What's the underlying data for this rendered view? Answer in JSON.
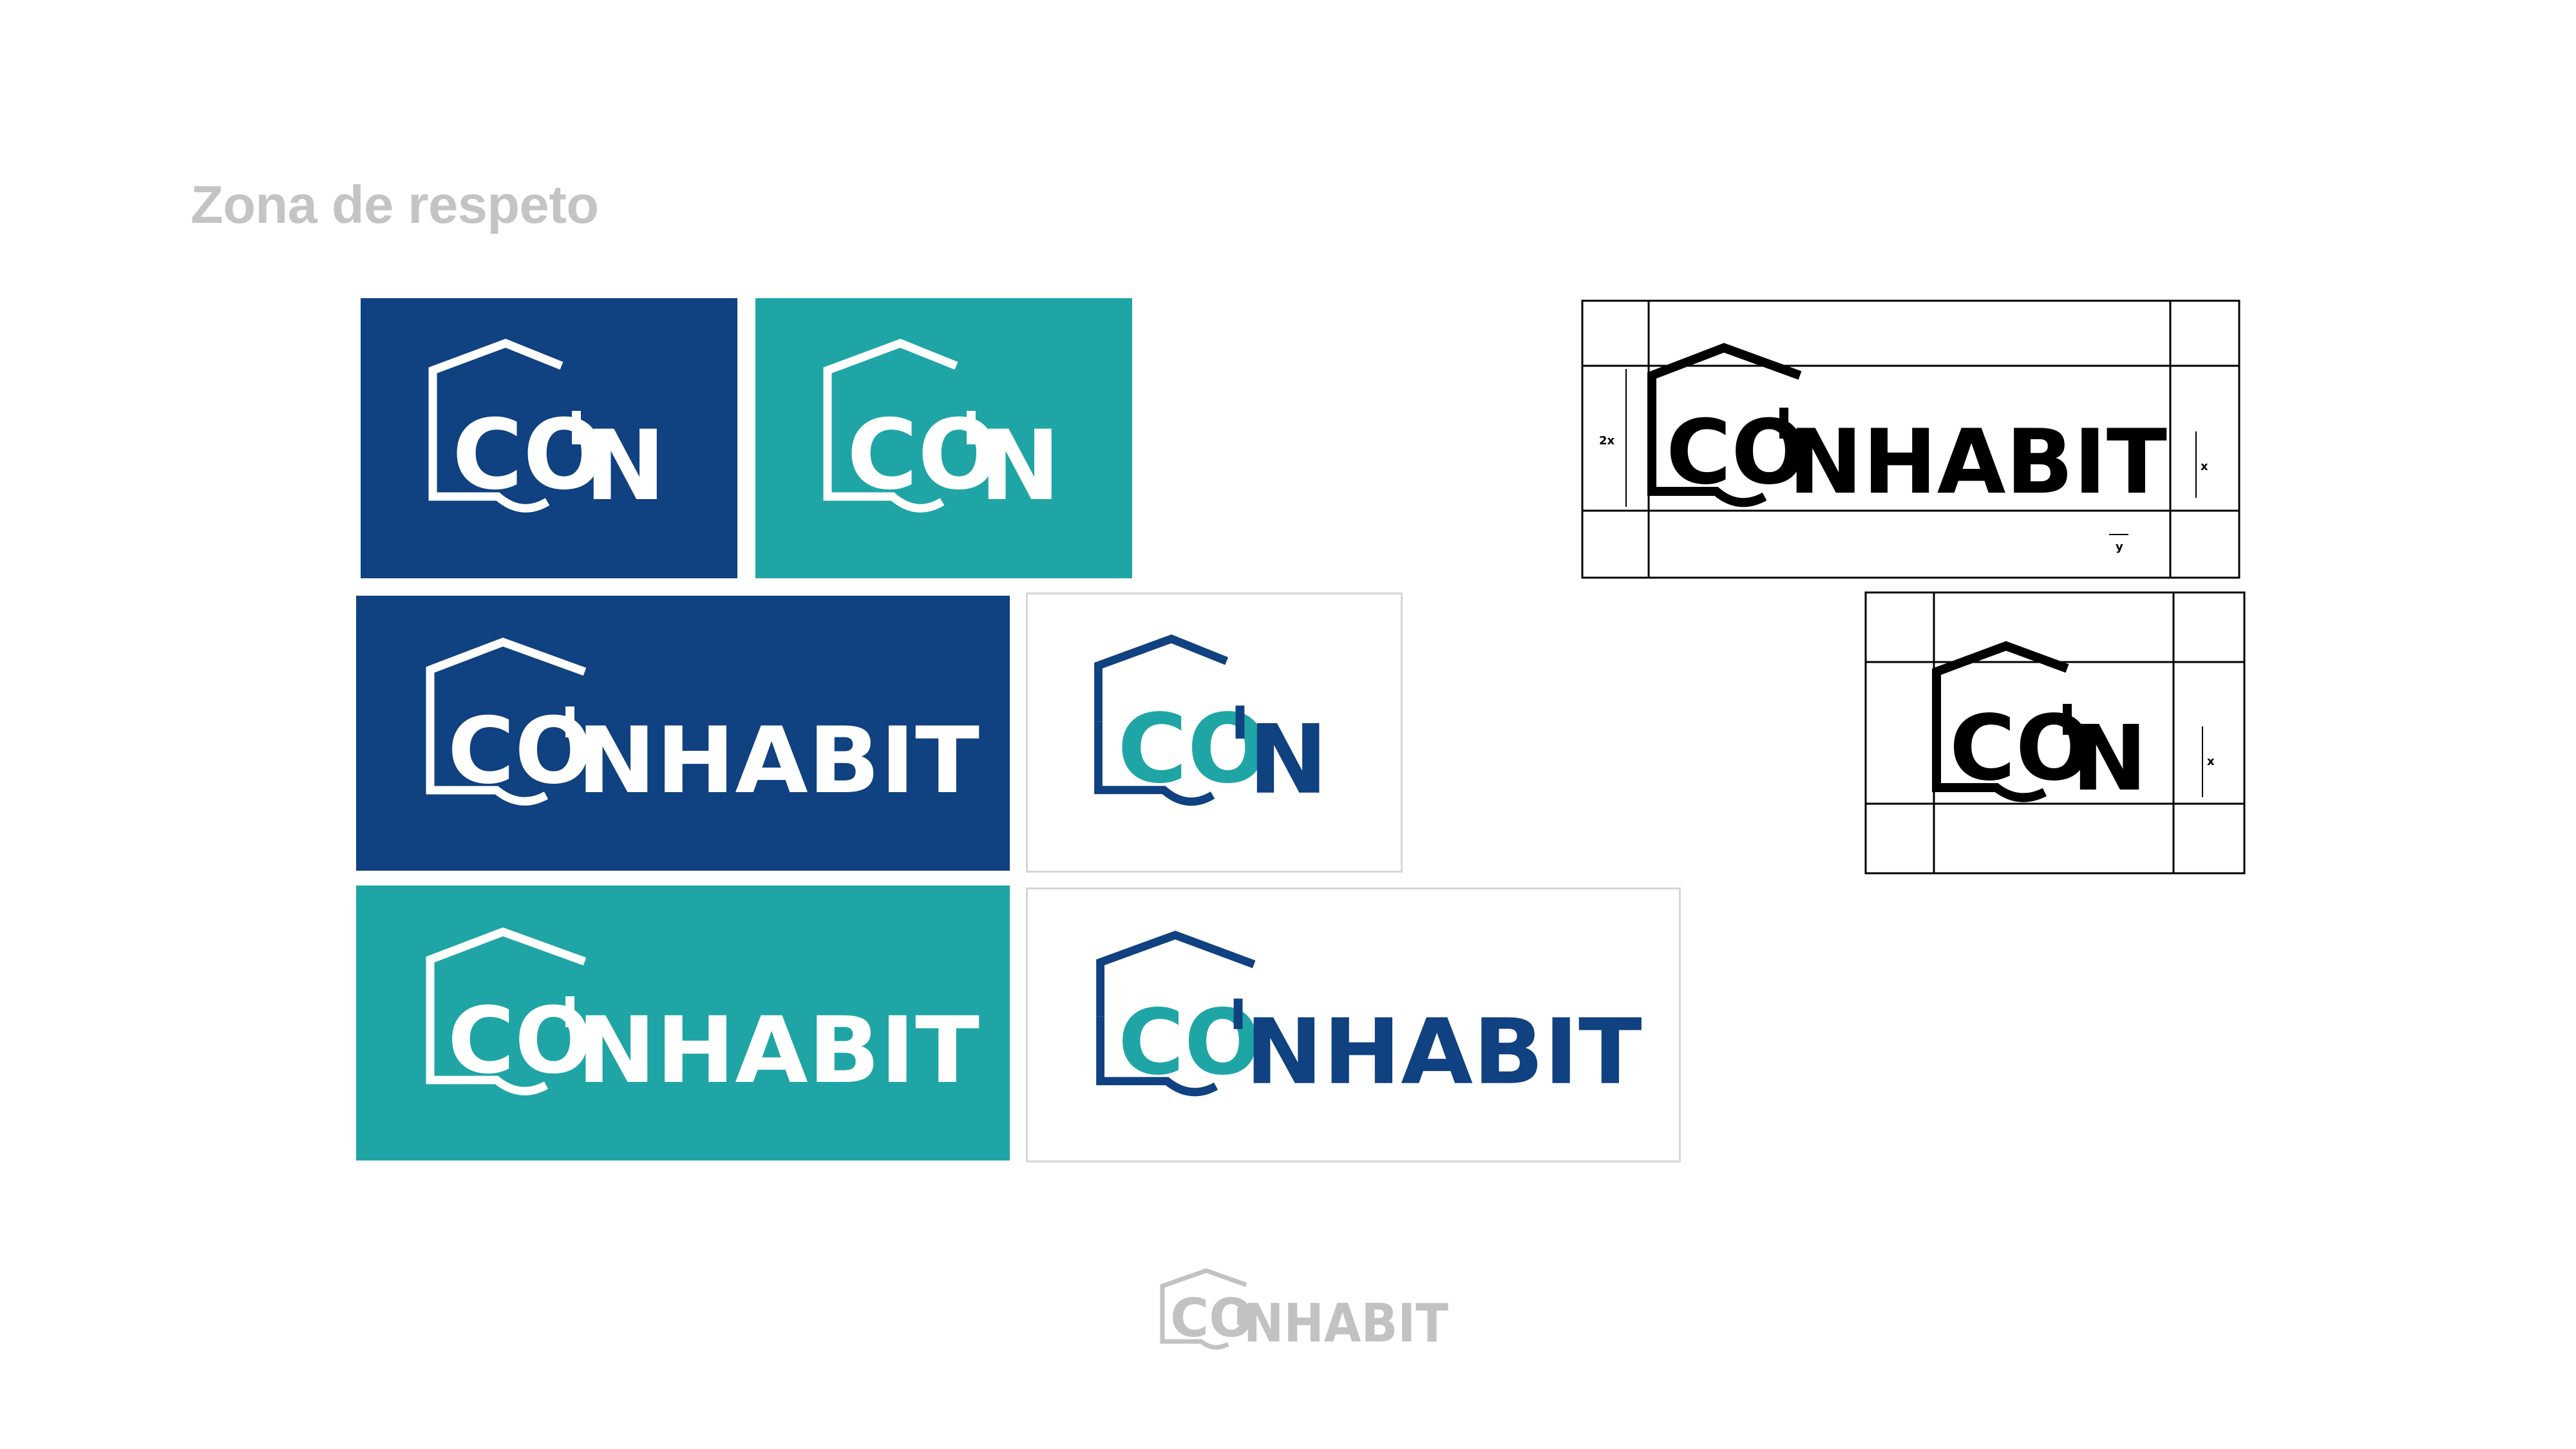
{
  "page": {
    "title": "Zona de respeto"
  },
  "logos": {
    "short_co": "CO",
    "short_n": "N",
    "full_co": "CO",
    "full_rest": "NHABIT",
    "short_alt": "COIN",
    "full_alt": "COINHABIT"
  },
  "colors": {
    "navy": "#104180",
    "teal": "#1fa5a5",
    "white": "#ffffff",
    "black": "#000000",
    "footer_grey": "#c2c2c2",
    "title_grey": "#c4c4c4"
  },
  "spec": {
    "label_2x": "2x",
    "label_x": "x",
    "label_y": "y"
  },
  "footer": {
    "logo_alt": "COINHABIT"
  }
}
